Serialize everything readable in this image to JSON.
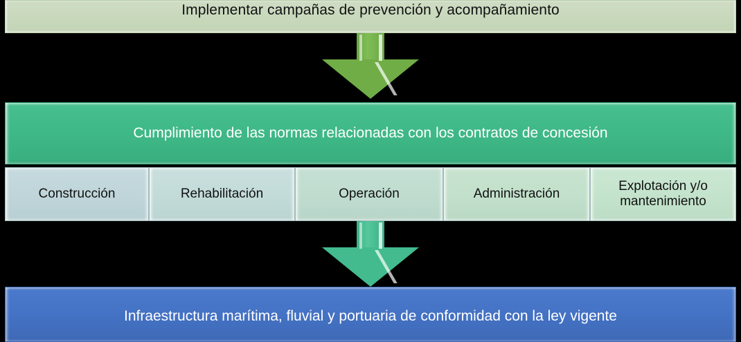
{
  "diagram": {
    "title_box": {
      "text": "Implementar campañas de prevención y acompañamiento",
      "color": "#c9d9bd",
      "text_color": "#111111"
    },
    "arrow_top": {
      "icon": "arrow-down-icon",
      "color": "#70ad47"
    },
    "middle_box": {
      "text": "Cumplimiento de las normas relacionadas con los contratos de concesión",
      "color": "#3fb887",
      "text_color": "#ffffff"
    },
    "categories": [
      {
        "label": "Construcción",
        "color": "#bfd5da"
      },
      {
        "label": "Rehabilitación",
        "color": "#c2dbd9"
      },
      {
        "label": "Operación",
        "color": "#bfdccf"
      },
      {
        "label": "Administración",
        "color": "#c2e0cb"
      },
      {
        "label": "Explotación y/o mantenimiento",
        "color": "#c4e3cc"
      }
    ],
    "arrow_bottom": {
      "icon": "arrow-down-icon",
      "color": "#43bb8e"
    },
    "bottom_box": {
      "text": "Infraestructura marítima, fluvial y portuaria de conformidad con la ley vigente",
      "color": "#4472c4",
      "text_color": "#ffffff"
    }
  }
}
